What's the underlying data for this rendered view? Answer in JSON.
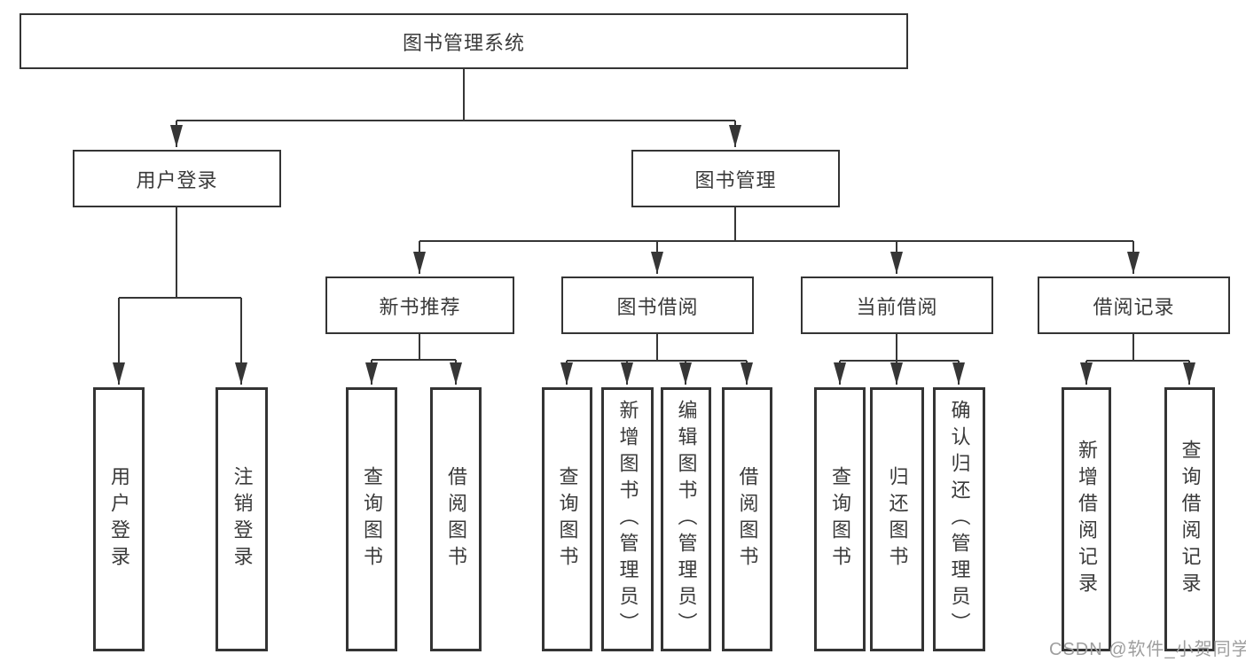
{
  "colors": {
    "line": "#363636",
    "box_border": "#343434",
    "text": "#3a3a3a",
    "background": "#ffffff",
    "watermark": "#9e9e9e"
  },
  "watermark": {
    "text": "CSDN @软件_小贺同学"
  },
  "tree": {
    "label": "图书管理系统",
    "children": [
      {
        "label": "用户登录",
        "children": [
          {
            "label": "用户登录"
          },
          {
            "label": "注销登录"
          }
        ]
      },
      {
        "label": "图书管理",
        "children": [
          {
            "label": "新书推荐",
            "children": [
              {
                "label": "查询图书"
              },
              {
                "label": "借阅图书"
              }
            ]
          },
          {
            "label": "图书借阅",
            "children": [
              {
                "label": "查询图书"
              },
              {
                "label": "新增图书（管理员）"
              },
              {
                "label": "编辑图书（管理员）"
              },
              {
                "label": "借阅图书"
              }
            ]
          },
          {
            "label": "当前借阅",
            "children": [
              {
                "label": "查询图书"
              },
              {
                "label": "归还图书"
              },
              {
                "label": "确认归还（管理员）"
              }
            ]
          },
          {
            "label": "借阅记录",
            "children": [
              {
                "label": "新增借阅记录"
              },
              {
                "label": "查询借阅记录"
              }
            ]
          }
        ]
      }
    ]
  }
}
